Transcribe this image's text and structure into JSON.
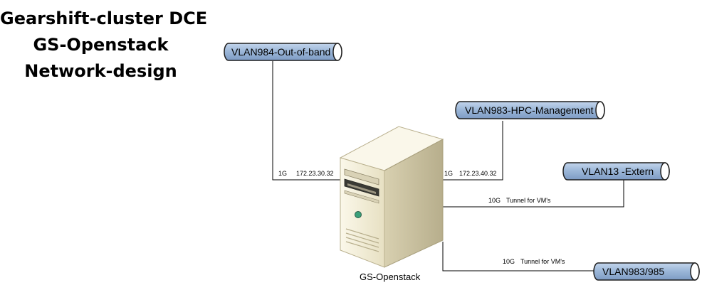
{
  "title": {
    "line1": "Gearshift-cluster DCE",
    "line2": "GS-Openstack",
    "line3": "Network-design"
  },
  "server": {
    "label": "GS-Openstack"
  },
  "networks": [
    {
      "id": "oob",
      "label": "VLAN984-Out-of-band"
    },
    {
      "id": "hpc",
      "label": "VLAN983-HPC-Management"
    },
    {
      "id": "ext",
      "label": "VLAN13 -Extern"
    },
    {
      "id": "v985",
      "label": "VLAN983/985"
    }
  ],
  "links": [
    {
      "id": "oob",
      "speed": "1G",
      "detail": "172.23.30.32"
    },
    {
      "id": "hpc",
      "speed": "1G",
      "detail": "172.23.40.32"
    },
    {
      "id": "ext",
      "speed": "10G",
      "detail": "Tunnel for VM's"
    },
    {
      "id": "v985",
      "speed": "10G",
      "detail": "Tunnel for VM's"
    }
  ],
  "colors": {
    "pipe_fill": "#9db8d9",
    "pipe_stroke": "#1f1f1f",
    "line": "#000000",
    "server_front": "#f1ecd6",
    "server_side": "#c8c0a0",
    "server_top": "#faf7ea",
    "power_led": "#3aa07a"
  }
}
